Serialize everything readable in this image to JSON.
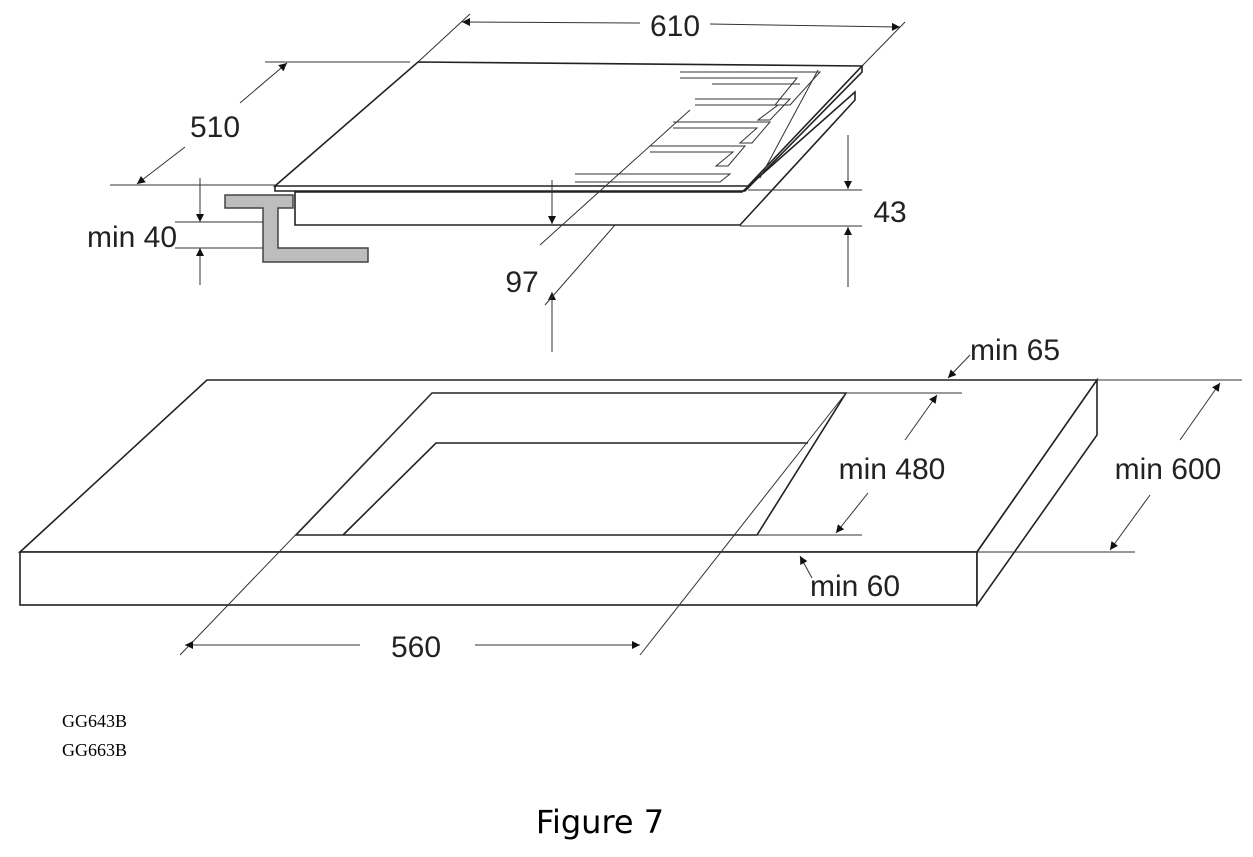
{
  "diagram": {
    "dimensions": {
      "hob_width": "610",
      "hob_depth": "510",
      "hob_thickness": "43",
      "bracket_min": "min 40",
      "clearance": "97",
      "rear_margin": "min 65",
      "cutout_depth": "min 480",
      "worktop_depth": "min 600",
      "front_margin": "min 60",
      "cutout_width": "560"
    },
    "colors": {
      "line": "#222222",
      "bracket": "#bdbdbd"
    }
  },
  "models": [
    "GG643B",
    "GG663B"
  ],
  "caption": "Figure 7"
}
